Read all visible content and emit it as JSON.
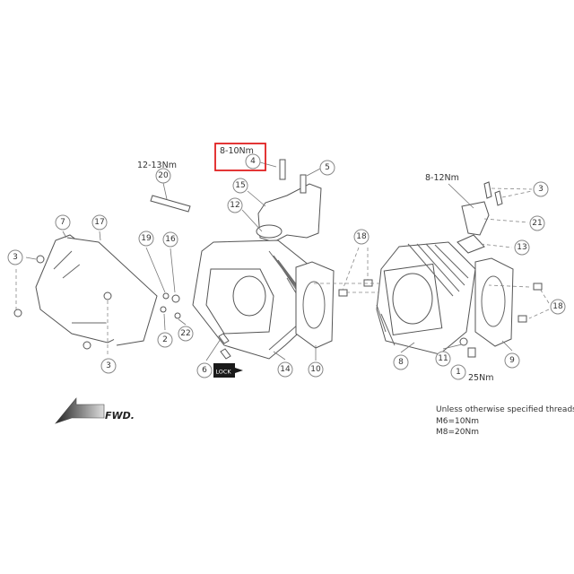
{
  "highlight_color": "#e02020",
  "torque_labels": {
    "spark_plug": "12-13Nm",
    "highlight": "8-10Nm",
    "tensioner": "8-12Nm",
    "drain_bolt": "25Nm"
  },
  "callouts": [
    "20",
    "4",
    "5",
    "15",
    "12",
    "7",
    "17",
    "19",
    "16",
    "3",
    "3",
    "21",
    "13",
    "18",
    "18",
    "2",
    "22",
    "3",
    "6",
    "14",
    "10",
    "8",
    "11",
    "9",
    "1"
  ],
  "lock_label": "LOCK",
  "fwd_label": "FWD.",
  "note": {
    "line1": "Unless otherwise specified threads",
    "line2": "M6=10Nm",
    "line3": "M8=20Nm"
  }
}
